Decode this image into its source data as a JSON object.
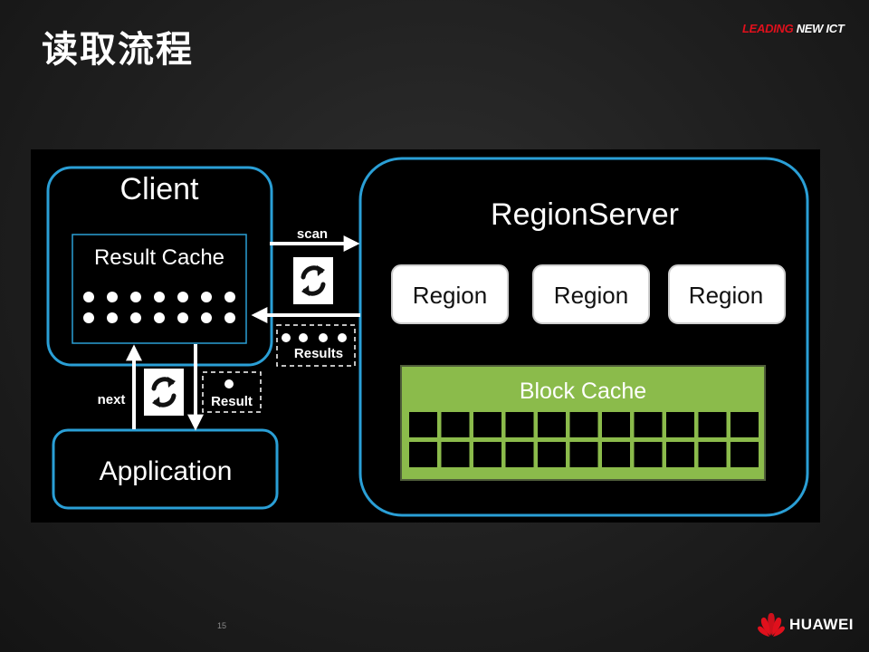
{
  "title": "读取流程",
  "tagline": {
    "part1": "LEADING ",
    "part2": "NEW ICT"
  },
  "diagram": {
    "client": {
      "label": "Client",
      "result_cache": {
        "label": "Result Cache",
        "rows": 2,
        "per_row": 7
      }
    },
    "application": {
      "label": "Application"
    },
    "region_server": {
      "label": "RegionServer",
      "regions": [
        "Region",
        "Region",
        "Region"
      ],
      "block_cache": {
        "label": "Block Cache",
        "rows": 2,
        "per_row": 11
      }
    },
    "arrows": {
      "scan": "scan",
      "results": "Results",
      "next": "next",
      "result": "Result"
    },
    "colors": {
      "box_border": "#2a9fd6",
      "block_cache_fill": "#8bbb4b",
      "arrow": "#ffffff"
    }
  },
  "page_number": "15",
  "brand": {
    "name": "HUAWEI",
    "logo": "huawei-petal-logo",
    "logo_color": "#e0101c"
  }
}
